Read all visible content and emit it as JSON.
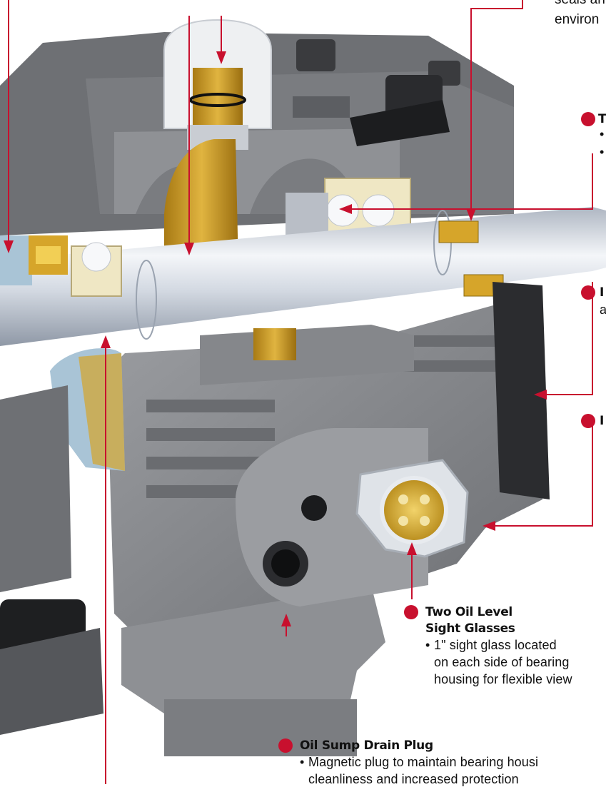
{
  "colors": {
    "accent": "#c8102e",
    "housing": "#8a8c90",
    "housing_dark": "#55575b",
    "shaft": "#d9dee6",
    "brass": "#d6a52a",
    "bearing": "#efe7c4",
    "seal_blue": "#a9c4d6",
    "black_part": "#202124"
  },
  "icons": [
    "callout-dot-icon",
    "arrowhead-icon"
  ],
  "top_right_text": {
    "line1": "seals an",
    "line2": "environ"
  },
  "callouts": {
    "right_1": {
      "label": "T",
      "bullet1": "•",
      "bullet2": "•"
    },
    "right_2": {
      "label": "I",
      "sub": "a"
    },
    "right_3": {
      "label": "I"
    },
    "sight_glass": {
      "title_line1": "Two Oil Level",
      "title_line2": "Sight Glasses",
      "bullet": "•",
      "line1": "1\" sight glass located",
      "line2": "on each side of bearing",
      "line3": "housing for flexible view"
    },
    "drain_plug": {
      "title": "Oil Sump Drain Plug",
      "bullet": "•",
      "line1": "Magnetic plug to maintain bearing housi",
      "line2": "cleanliness and increased protection"
    }
  }
}
